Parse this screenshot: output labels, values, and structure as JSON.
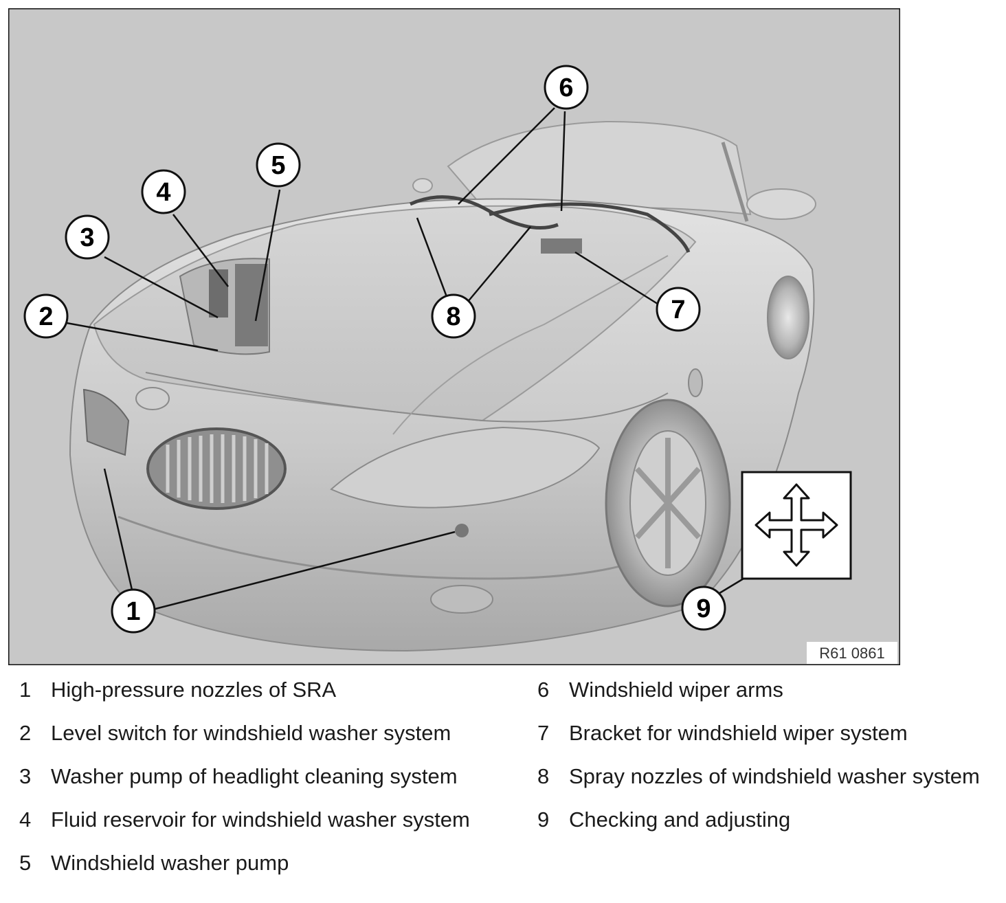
{
  "figure": {
    "reference_code": "R61 0861",
    "callouts": [
      "1",
      "2",
      "3",
      "4",
      "5",
      "6",
      "7",
      "8",
      "9"
    ]
  },
  "legend": {
    "items": [
      {
        "number": "1",
        "text": "High-pressure nozzles of SRA"
      },
      {
        "number": "2",
        "text": "Level switch for windshield washer system"
      },
      {
        "number": "3",
        "text": "Washer pump of headlight cleaning system"
      },
      {
        "number": "4",
        "text": "Fluid reservoir for windshield washer system"
      },
      {
        "number": "5",
        "text": "Windshield washer pump"
      },
      {
        "number": "6",
        "text": "Windshield wiper arms"
      },
      {
        "number": "7",
        "text": "Bracket for windshield wiper system"
      },
      {
        "number": "8",
        "text": "Spray nozzles of windshield washer system"
      },
      {
        "number": "9",
        "text": "Checking and adjusting"
      }
    ]
  }
}
